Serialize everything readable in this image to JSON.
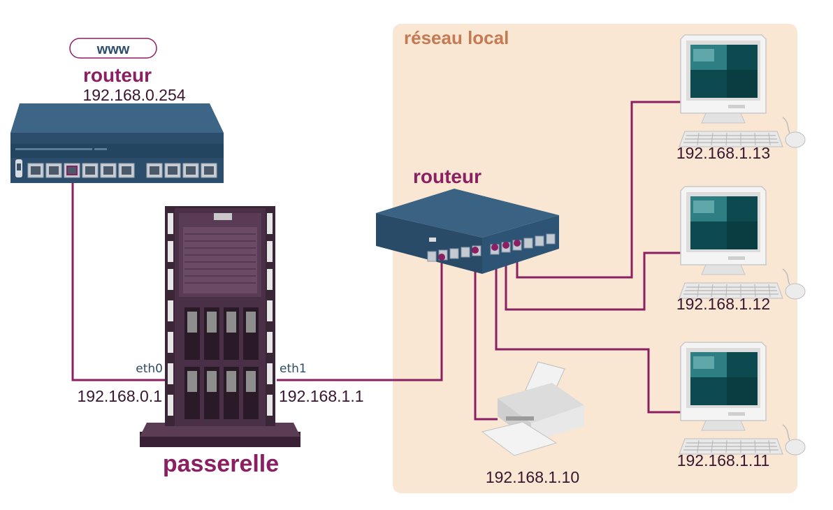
{
  "colors": {
    "link": "#8a1f62",
    "title": "#8a1f62",
    "lan_bg": "#f9e7d3",
    "lan_title": "#c47a52",
    "device_blue": "#2c4e6c",
    "text": "#3a1530",
    "iface": "#2e4d62"
  },
  "wan": {
    "badge": "www",
    "title": "routeur",
    "ip": "192.168.0.254"
  },
  "gateway": {
    "title": "passerelle",
    "eth0": {
      "label": "eth0",
      "ip": "192.168.0.1"
    },
    "eth1": {
      "label": "eth1",
      "ip": "192.168.1.1"
    }
  },
  "lan": {
    "title": "réseau local",
    "router_title": "routeur",
    "printer_ip": "192.168.1.10",
    "computers": [
      {
        "ip": "192.168.1.13"
      },
      {
        "ip": "192.168.1.12"
      },
      {
        "ip": "192.168.1.11"
      }
    ]
  },
  "icons": [
    "router-icon",
    "switch-icon",
    "tower-server-icon",
    "printer-icon",
    "computer-icon"
  ]
}
